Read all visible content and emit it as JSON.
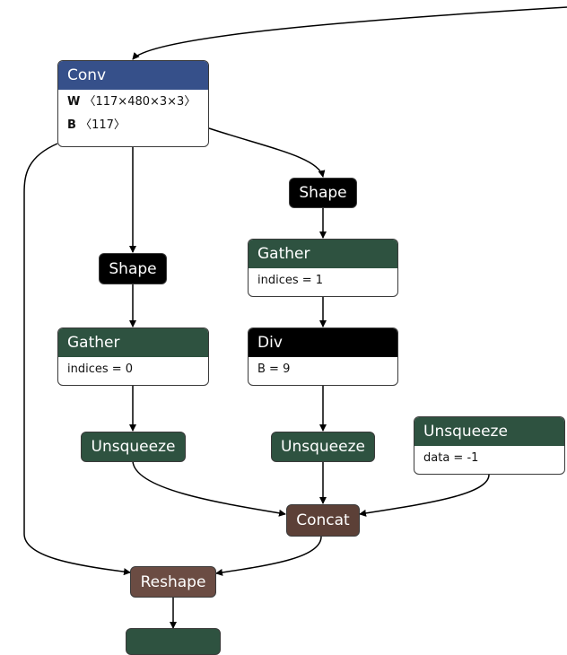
{
  "colors": {
    "conv": "#36508a",
    "shape": "#000000",
    "gather": "#2e5240",
    "div": "#000000",
    "unsqueeze": "#2e5240",
    "concat": "#5c4037",
    "reshape": "#6b4c43"
  },
  "nodes": {
    "conv": {
      "title": "Conv",
      "attrs": [
        {
          "key": "W",
          "value": "〈117×480×3×3〉"
        },
        {
          "key": "B",
          "value": "〈117〉"
        }
      ]
    },
    "shape_right": {
      "title": "Shape"
    },
    "shape_left": {
      "title": "Shape"
    },
    "gather_right": {
      "title": "Gather",
      "attr": "indices = 1"
    },
    "gather_left": {
      "title": "Gather",
      "attr": "indices = 0"
    },
    "div": {
      "title": "Div",
      "attr": "B = 9"
    },
    "unsqueeze_left": {
      "title": "Unsqueeze"
    },
    "unsqueeze_mid": {
      "title": "Unsqueeze"
    },
    "unsqueeze_right": {
      "title": "Unsqueeze",
      "attr": "data = -1"
    },
    "concat": {
      "title": "Concat"
    },
    "reshape": {
      "title": "Reshape"
    }
  }
}
